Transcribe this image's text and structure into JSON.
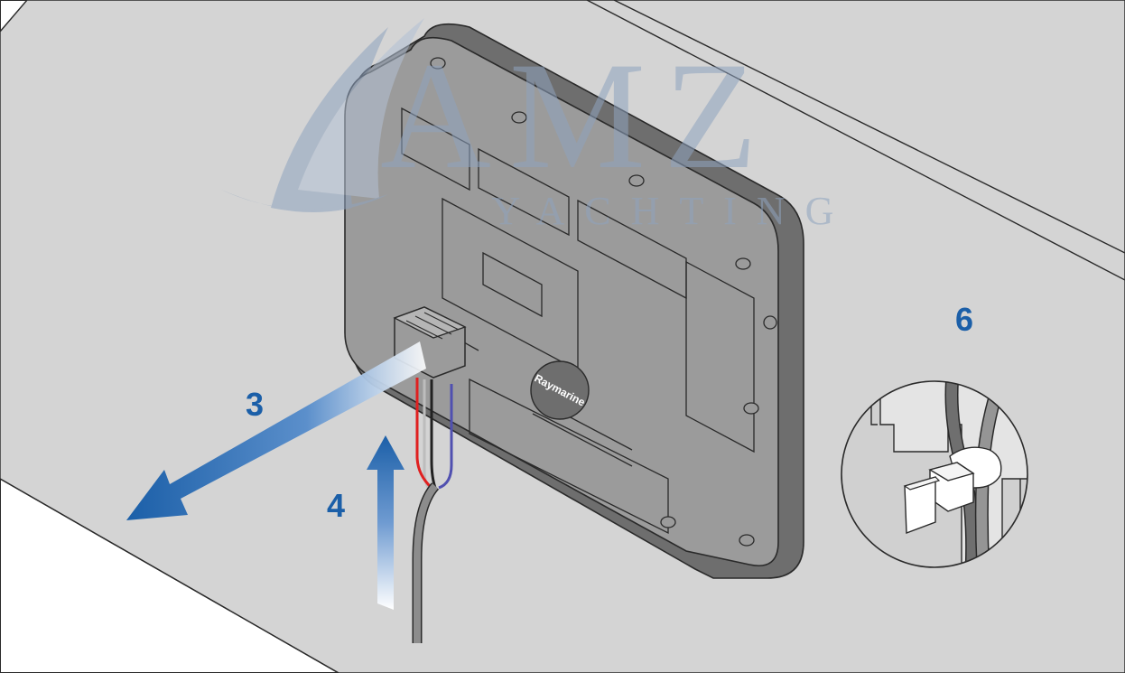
{
  "diagram": {
    "step_labels": {
      "remove": "3",
      "insert": "4",
      "detail": "6"
    },
    "device_brand": "Raymarine",
    "watermark": {
      "main": "AMZ",
      "sub": "YACHTING"
    },
    "colors": {
      "accent_blue": "#1b5fa8",
      "wall": "#d4d4d4",
      "unit_body": "#9b9b9b",
      "unit_shadow": "#6e6e6e",
      "outline": "#2a2a2a",
      "cable": "#8c8c8c",
      "wire_red": "#e02020",
      "wire_blue": "#5050b0",
      "watermark": "#8fa3bf"
    }
  }
}
